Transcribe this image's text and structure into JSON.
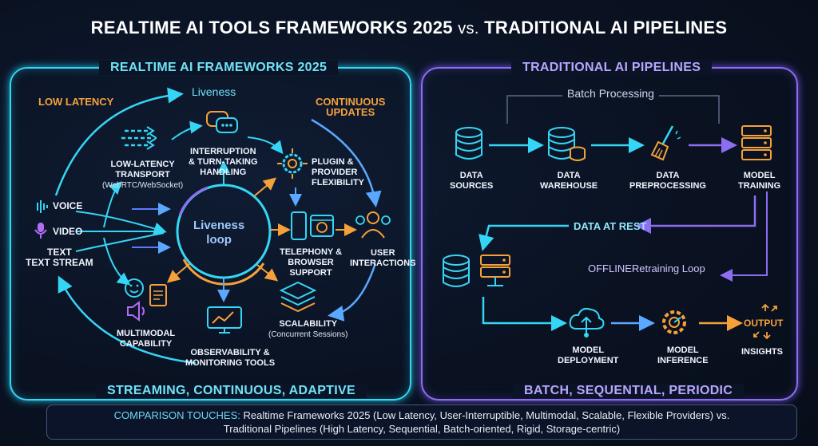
{
  "title": {
    "main": "REALTIME AI TOOLS FRAMEWORKS 2025",
    "vs": "vs.",
    "right": "TRADITIONAL AI PIPELINES"
  },
  "left_panel": {
    "header": "REALTIME AI FRAMEWORKS 2025",
    "footer": "STREAMING, CONTINUOUS, ADAPTIVE",
    "low_latency": "LOW LATENCY",
    "continuous_1": "CONTINUOUS",
    "continuous_2": "UPDATES",
    "liveness": "Liveness",
    "loop_1": "Liveness",
    "loop_2": "loop",
    "voice": "VOICE",
    "video": "VIDEO",
    "text_1": "TEXT",
    "text_2": "TEXT STREAM",
    "transport_1": "LOW-LATENCY",
    "transport_2": "TRANSPORT",
    "transport_sub": "(WebRTC/WebSocket)",
    "interruption_1": "INTERRUPTION",
    "interruption_2": "& TURN-TAKING",
    "interruption_3": "HANDLING",
    "plugin_1": "PLUGIN &",
    "plugin_2": "PROVIDER",
    "plugin_3": "FLEXIBILITY",
    "telephony_1": "TELEPHONY &",
    "telephony_2": "BROWSER",
    "telephony_3": "SUPPORT",
    "user_1": "USER",
    "user_2": "INTERACTIONS",
    "multimodal_1": "MULTIMODAL",
    "multimodal_2": "CAPABILITY",
    "observability_1": "OBSERVABILITY &",
    "observability_2": "MONITORING TOOLS",
    "scalability_1": "SCALABILITY",
    "scalability_sub": "(Concurrent Sessions)"
  },
  "right_panel": {
    "header": "TRADITIONAL AI PIPELINES",
    "footer": "BATCH, SEQUENTIAL, PERIODIC",
    "batch": "Batch Processing",
    "data_sources_1": "DATA",
    "data_sources_2": "SOURCES",
    "warehouse_1": "DATA",
    "warehouse_2": "WAREHOUSE",
    "preprocessing_1": "DATA",
    "preprocessing_2": "PREPROCESSING",
    "training_1": "MODEL",
    "training_2": "TRAINING",
    "data_at_rest": "DATA AT REST",
    "offline_loop": "OFFLINERetraining Loop",
    "deployment_1": "MODEL",
    "deployment_2": "DEPLOYMENT",
    "inference_1": "MODEL",
    "inference_2": "INFERENCE",
    "output": "OUTPUT",
    "insights": "INSIGHTS"
  },
  "comparison": {
    "key": "COMPARISON TOUCHES:",
    "line1": "Realtime Frameworks 2025 (Low Latency, User-Interruptible, Multimodal, Scalable, Flexible Providers) vs.",
    "line2": "Traditional Pipelines (High Latency, Sequential, Batch-oriented, Rigid, Storage-centric)"
  },
  "colors": {
    "cyan": "#35d6f5",
    "purple": "#8d6ef0",
    "orange": "#f5a13a",
    "blue": "#5aa8ff"
  }
}
